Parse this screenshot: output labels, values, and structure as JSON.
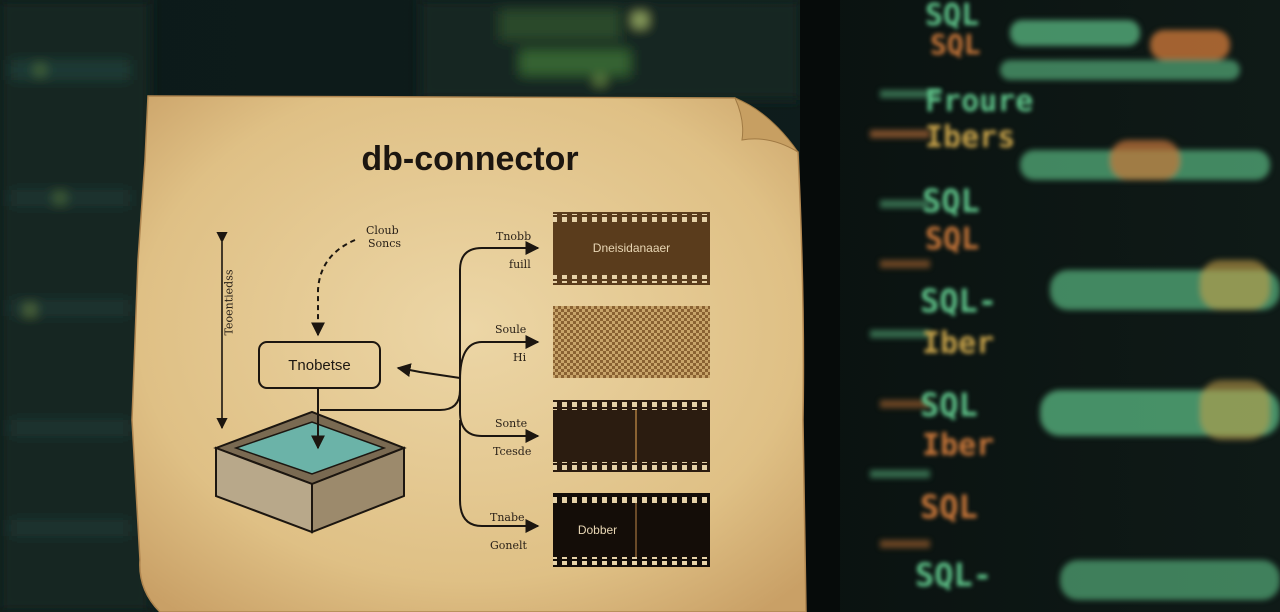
{
  "diagram": {
    "title": "db-connector",
    "database_box_label": "Tnobetse",
    "vertical_axis_label": "Teoentiedss",
    "input_label": [
      "Cloub",
      "Soncs"
    ],
    "strips": [
      {
        "label_top": "Tnobb",
        "label_bottom": "fuill",
        "strip_text": "Dneisidanaaer",
        "style": "film-brown"
      },
      {
        "label_top": "Soule",
        "label_bottom": "Hi",
        "strip_text": "",
        "style": "checker"
      },
      {
        "label_top": "Sonte",
        "label_bottom": "Tcesde",
        "strip_text": "",
        "style": "film-dark-split"
      },
      {
        "label_top": "Tnabe",
        "label_bottom": "Gonelt",
        "strip_text": "Dobber",
        "style": "film-black-split"
      }
    ]
  },
  "background_code": {
    "lines": [
      "SQL",
      "SQL",
      "Froure",
      "Ibers",
      "SQL",
      "SQL",
      "SQL-",
      "Iber",
      "SQL",
      "Iber",
      "SQL",
      "SQL-"
    ],
    "colors": {
      "green": "#5fc48a",
      "amber": "#c7a24a",
      "orange": "#c9773a"
    }
  },
  "colors": {
    "paper": "#e3c891",
    "paper_edge": "#b8925a",
    "ink": "#1c1610",
    "water": "#6bb3a8",
    "strip_brown": "#5a3c1c"
  }
}
